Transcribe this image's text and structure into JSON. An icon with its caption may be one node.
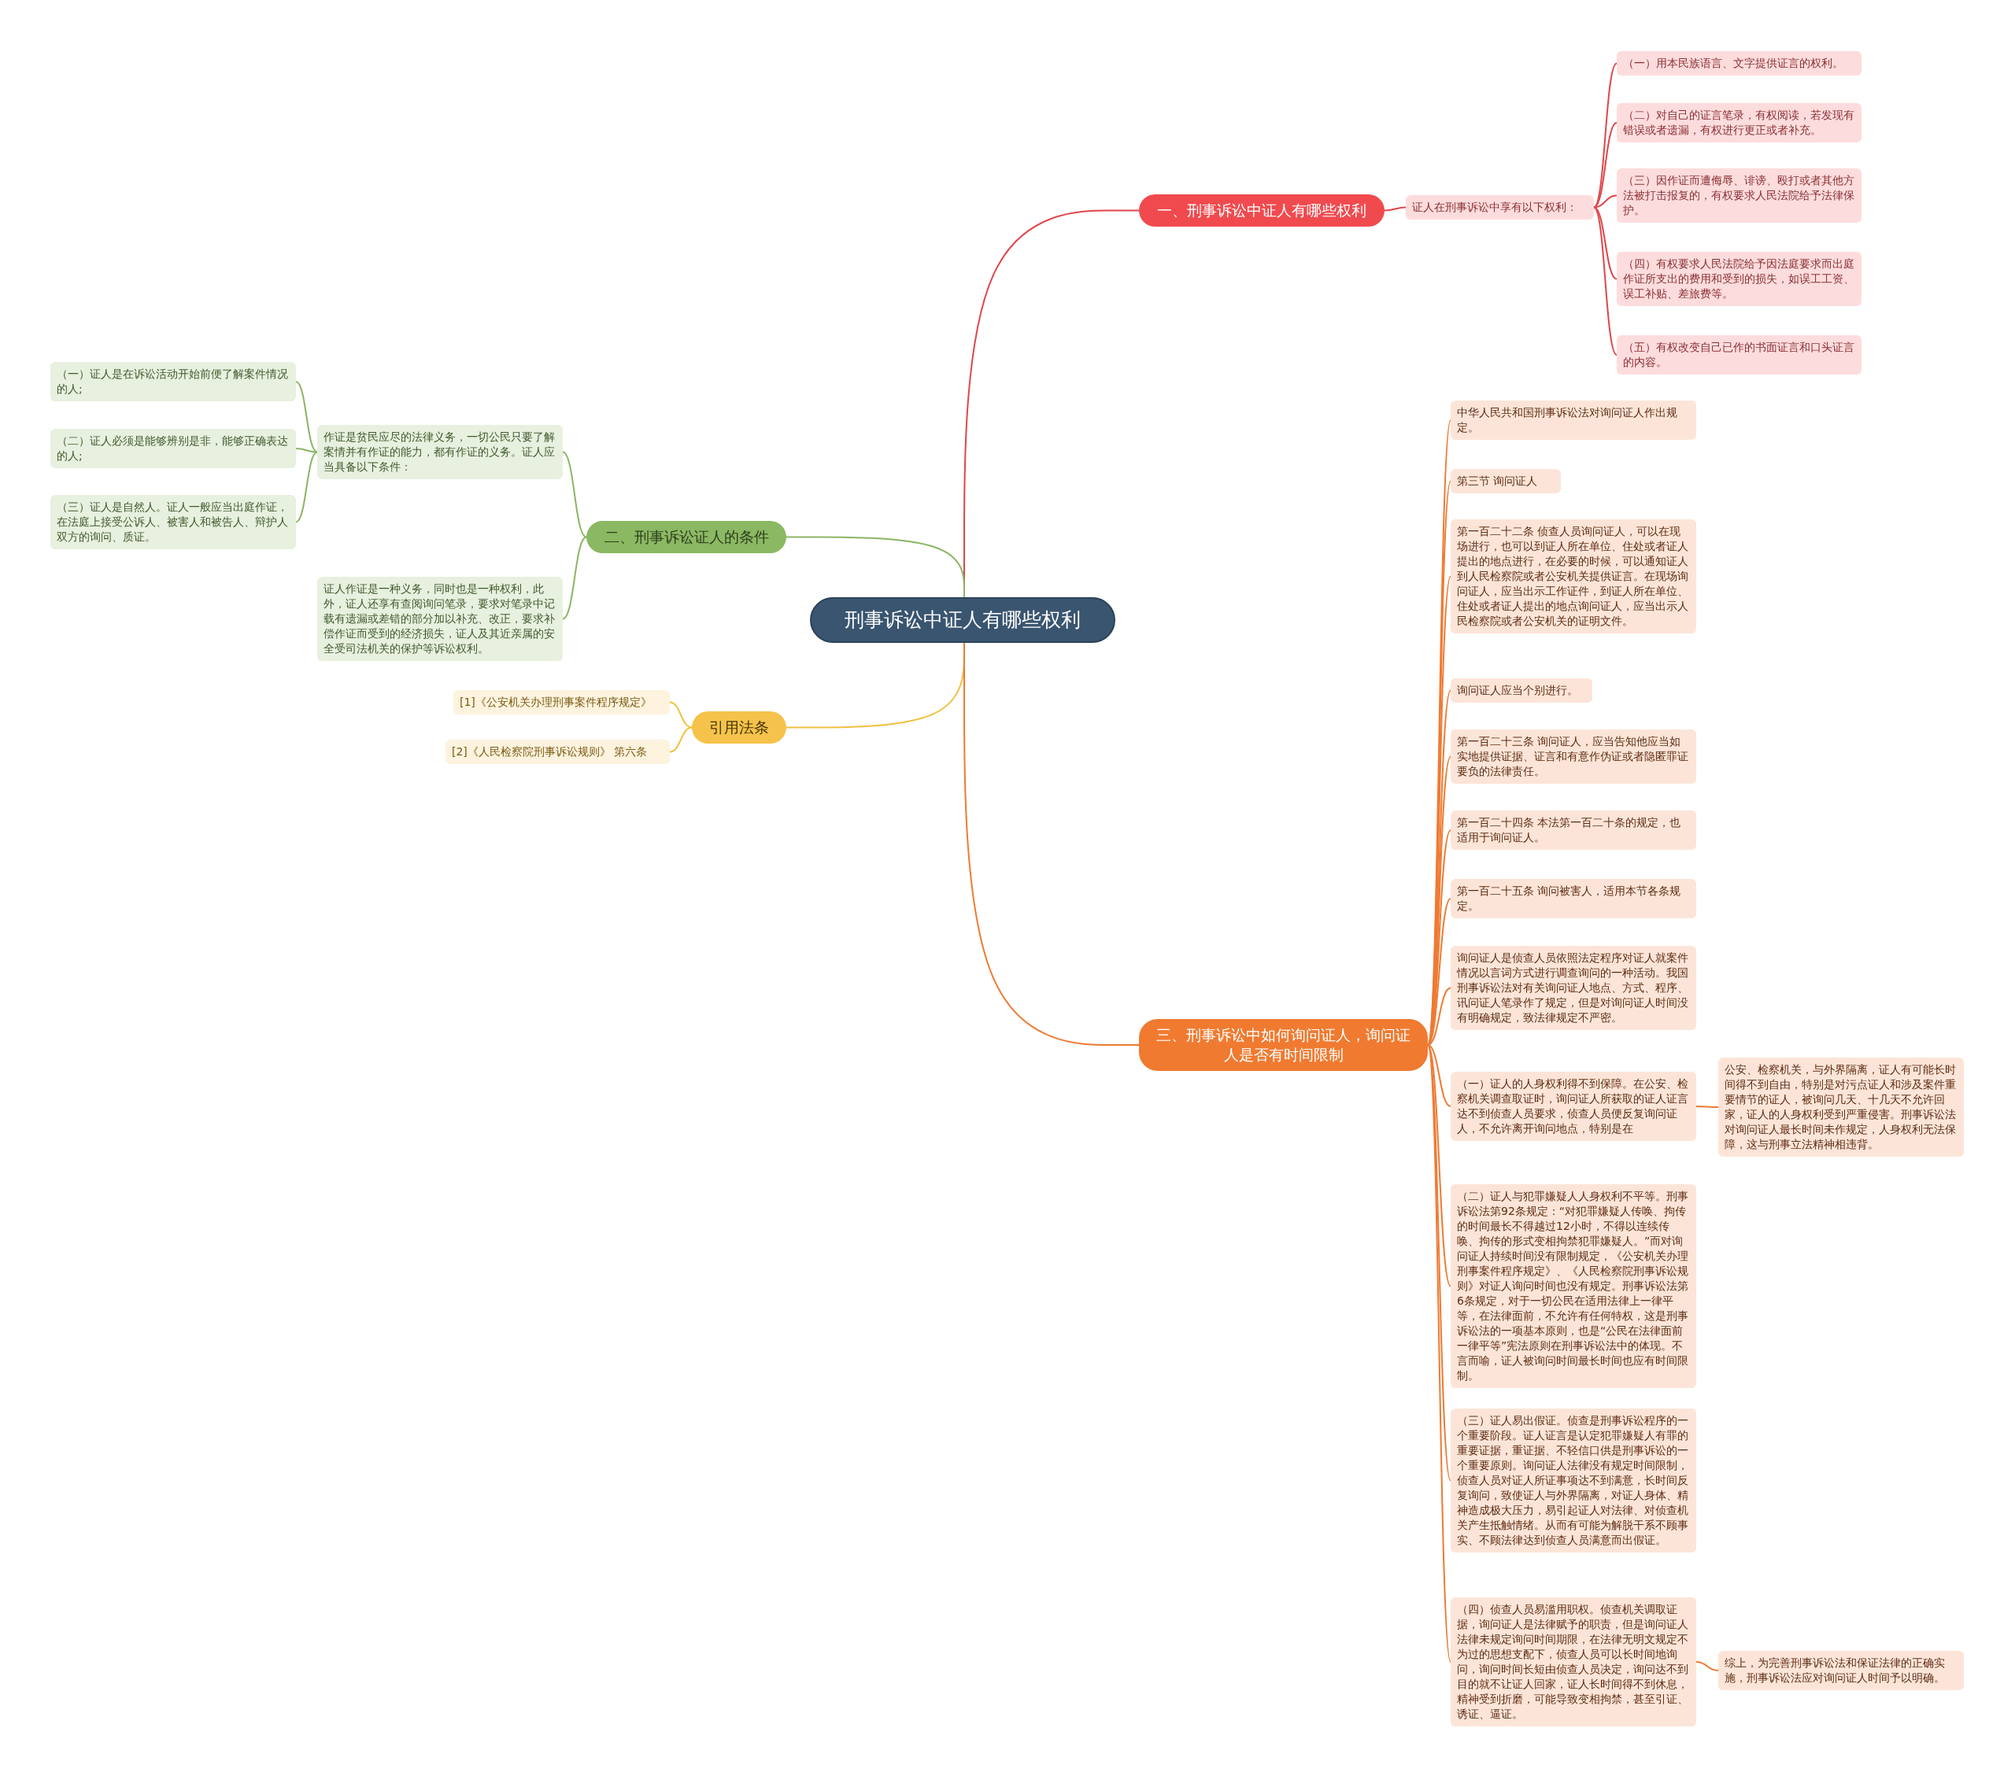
{
  "diagram": {
    "nodes": [
      {
        "text": [
          "刑事诉讼中证人有哪些权利"
        ]
      },
      {
        "text": [
          "一、刑事诉讼中证人有哪些权利"
        ]
      },
      {
        "text": [
          "证人在刑事诉讼中享有以下权利："
        ]
      },
      {
        "text": [
          "（一）用本民族语言、文字提供证言的权利。"
        ]
      },
      {
        "text": [
          "（二）对自己的证言笔录，有权阅读，若发现有错误或者遗漏，有权进行更正或者补充。"
        ]
      },
      {
        "text": [
          "（三）因作证而遭侮辱、诽谤、殴打或者其他方法被打击报复的，有权要求人民法院给予法律保护。"
        ]
      },
      {
        "text": [
          "（四）有权要求人民法院给予因法庭要求而出庭作证所支出的费用和受到的损失，如误工工资、误工补贴、差旅费等。"
        ]
      },
      {
        "text": [
          "（五）有权改变自己已作的书面证言和口头证言的内容。"
        ]
      },
      {
        "text": [
          "二、刑事诉讼证人的条件"
        ]
      },
      {
        "text": [
          "作证是贫民应尽的法律义务，一切公民只要了解案情并有作证的能力，都有作证的义务。证人应当具备以下条件："
        ]
      },
      {
        "text": [
          "（一）证人是在诉讼活动开始前便了解案件情况的人;"
        ]
      },
      {
        "text": [
          "（二）证人必须是能够辨别是非，能够正确表达的人;"
        ]
      },
      {
        "text": [
          "（三）证人是自然人。证人一般应当出庭作证，在法庭上接受公诉人、被害人和被告人、辩护人双方的询问、质证。"
        ]
      },
      {
        "text": [
          "证人作证是一种义务，同时也是一种权利，此外，证人还享有查阅询问笔录，要求对笔录中记载有遗漏或差错的部分加以补充、改正，要求补偿作证而受到的经济损失，证人及其近亲属的安全受司法机关的保护等诉讼权利。"
        ]
      },
      {
        "text": [
          "引用法条"
        ]
      },
      {
        "text": [
          "[1]《公安机关办理刑事案件程序规定》"
        ]
      },
      {
        "text": [
          "[2]《人民检察院刑事诉讼规则》 第六条"
        ]
      },
      {
        "text": [
          "三、刑事诉讼中如何询问证人，询问证人是否有时间限制"
        ]
      },
      {
        "text": [
          "中华人民共和国刑事诉讼法对询问证人作出规定。"
        ]
      },
      {
        "text": [
          "第三节 询问证人"
        ]
      },
      {
        "text": [
          "第一百二十二条 侦查人员询问证人，可以在现场进行，也可以到证人所在单位、住处或者证人提出的地点进行，在必要的时候，可以通知证人到人民检察院或者公安机关提供证言。在现场询问证人，应当出示工作证件，到证人所在单位、住处或者证人提出的地点询问证人，应当出示人民检察院或者公安机关的证明文件。"
        ]
      },
      {
        "text": [
          "询问证人应当个别进行。"
        ]
      },
      {
        "text": [
          "第一百二十三条 询问证人，应当告知他应当如实地提供证据、证言和有意作伪证或者隐匿罪证要负的法律责任。"
        ]
      },
      {
        "text": [
          "第一百二十四条 本法第一百二十条的规定，也适用于询问证人。"
        ]
      },
      {
        "text": [
          "第一百二十五条 询问被害人，适用本节各条规定。"
        ]
      },
      {
        "text": [
          "询问证人是侦查人员依照法定程序对证人就案件情况以言词方式进行调查询问的一种活动。我国刑事诉讼法对有关询问证人地点、方式、程序、讯问证人笔录作了规定，但是对询问证人时间没有明确规定，致法律规定不严密。"
        ]
      },
      {
        "text": [
          "（一）证人的人身权利得不到保障。在公安、检察机关调查取证时，询问证人所获取的证人证言达不到侦查人员要求，侦查人员便反复询问证人，不允许离开询问地点，特别是在"
        ]
      },
      {
        "text": [
          "公安、检察机关，与外界隔离，证人有可能长时间得不到自由，特别是对污点证人和涉及案件重要情节的证人，被询问几天、十几天不允许回家，证人的人身权利受到严重侵害。刑事诉讼法对询问证人最长时间未作规定，人身权利无法保障，这与刑事立法精神相违背。"
        ]
      },
      {
        "text": [
          "（二）证人与犯罪嫌疑人人身权利不平等。刑事诉讼法第92条规定：“对犯罪嫌疑人传唤、拘传的时间最长不得越过12小时，不得以连续传唤、拘传的形式变相拘禁犯罪嫌疑人。”而对询问证人持续时间没有限制规定，《公安机关办理刑事案件程序规定》、《人民检察院刑事诉讼规则》对证人询问时间也没有规定。刑事诉讼法第6条规定，对于一切公民在适用法律上一律平等，在法律面前，不允许有任何特权，这是刑事诉讼法的一项基本原则，也是“公民在法律面前一律平等”宪法原则在刑事诉讼法中的体现。不言而喻，证人被询问时间最长时间也应有时间限制。"
        ]
      },
      {
        "text": [
          "（三）证人易出假证。侦查是刑事诉讼程序的一个重要阶段。证人证言是认定犯罪嫌疑人有罪的重要证据，重证据、不轻信口供是刑事诉讼的一个重要原则。询问证人法律没有规定时间限制，侦查人员对证人所证事项达不到满意，长时间反复询问，致使证人与外界隔离，对证人身体、精神造成极大压力，易引起证人对法律、对侦查机关产生抵触情绪。从而有可能为解脱干系不顾事实、不顾法律达到侦查人员满意而出假证。"
        ]
      },
      {
        "text": [
          "（四）侦查人员易滥用职权。侦查机关调取证据，询问证人是法律赋予的职责，但是询问证人法律未规定询问时间期限，在法律无明文规定不为过的思想支配下，侦查人员可以长时间地询问，询问时间长短由侦查人员决定，询问达不到目的就不让证人回家，证人长时间得不到休息，精神受到折磨，可能导致变相拘禁，甚至引证、诱证、逼证。"
        ]
      },
      {
        "text": [
          "综上，为完善刑事诉讼法和保证法律的正确实施，刑事诉讼法应对询问证人时间予以明确。"
        ]
      }
    ],
    "edges": [
      {
        "from": 0,
        "to": 1,
        "arrow": "none",
        "color": "#e0454a"
      },
      {
        "from": 1,
        "to": 2,
        "arrow": "none",
        "color": "#e0454a"
      },
      {
        "from": 2,
        "to": 3,
        "arrow": "none",
        "color": "#e0454a"
      },
      {
        "from": 2,
        "to": 4,
        "arrow": "none",
        "color": "#e0454a"
      },
      {
        "from": 2,
        "to": 5,
        "arrow": "none",
        "color": "#e0454a"
      },
      {
        "from": 2,
        "to": 6,
        "arrow": "none",
        "color": "#e0454a"
      },
      {
        "from": 2,
        "to": 7,
        "arrow": "none",
        "color": "#e0454a"
      },
      {
        "from": 0,
        "to": 8,
        "arrow": "none",
        "color": "#8bb565"
      },
      {
        "from": 8,
        "to": 9,
        "arrow": "none",
        "color": "#8bb565"
      },
      {
        "from": 8,
        "to": 13,
        "arrow": "none",
        "color": "#8bb565"
      },
      {
        "from": 9,
        "to": 10,
        "arrow": "none",
        "color": "#8bb565"
      },
      {
        "from": 9,
        "to": 11,
        "arrow": "none",
        "color": "#8bb565"
      },
      {
        "from": 9,
        "to": 12,
        "arrow": "none",
        "color": "#8bb565"
      },
      {
        "from": 0,
        "to": 14,
        "arrow": "none",
        "color": "#f0c040"
      },
      {
        "from": 14,
        "to": 15,
        "arrow": "none",
        "color": "#f0c040"
      },
      {
        "from": 14,
        "to": 16,
        "arrow": "none",
        "color": "#f0c040"
      },
      {
        "from": 0,
        "to": 17,
        "arrow": "none"
      },
      {
        "from": 17,
        "to": 18,
        "arrow": "none"
      },
      {
        "from": 17,
        "to": 19,
        "arrow": "none"
      },
      {
        "from": 17,
        "to": 20,
        "arrow": "none"
      },
      {
        "from": 17,
        "to": 21,
        "arrow": "none"
      },
      {
        "from": 17,
        "to": 22,
        "arrow": "none"
      },
      {
        "from": 17,
        "to": 23,
        "arrow": "none"
      },
      {
        "from": 17,
        "to": 24,
        "arrow": "none"
      },
      {
        "from": 17,
        "to": 25,
        "arrow": "none"
      },
      {
        "from": 17,
        "to": 26,
        "arrow": "none"
      },
      {
        "from": 26,
        "to": 27,
        "arrow": "none"
      },
      {
        "from": 17,
        "to": 28,
        "arrow": "none"
      },
      {
        "from": 17,
        "to": 29,
        "arrow": "none"
      },
      {
        "from": 17,
        "to": 30,
        "arrow": "none"
      },
      {
        "from": 30,
        "to": 31,
        "arrow": "none"
      }
    ]
  }
}
